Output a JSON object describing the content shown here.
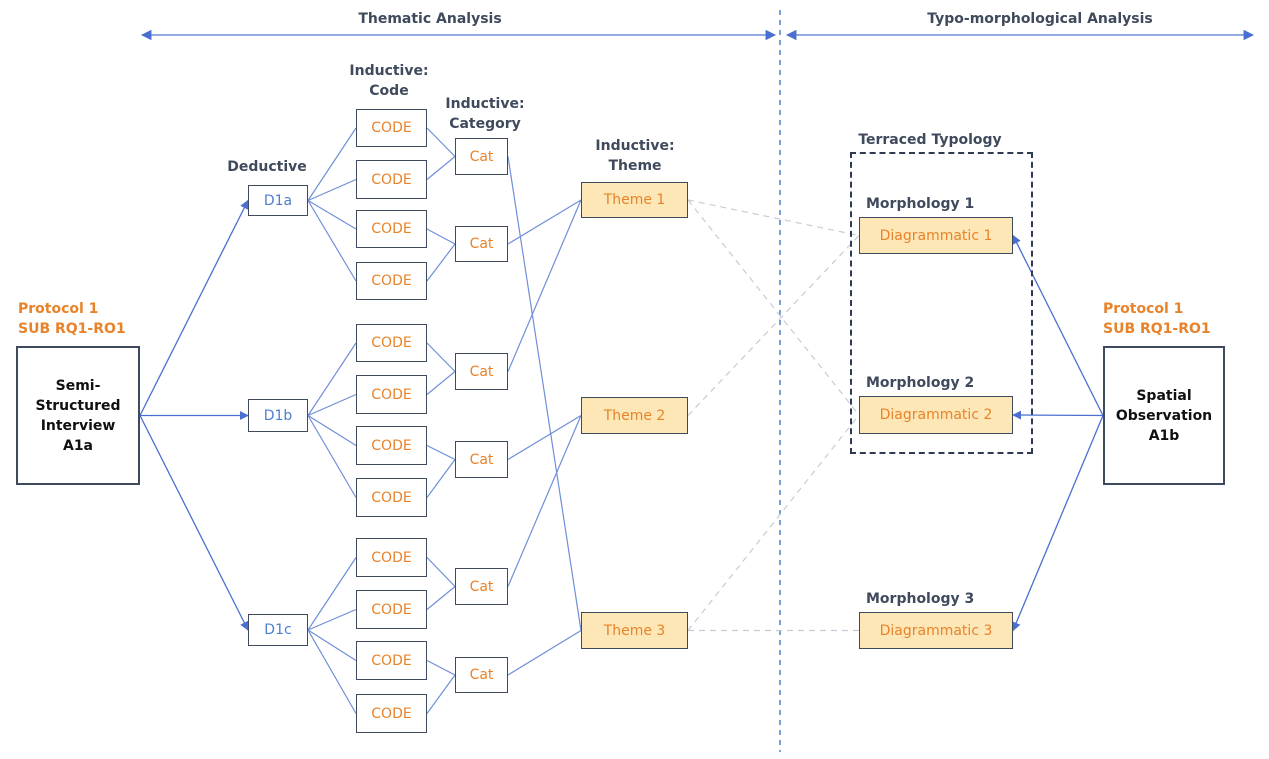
{
  "header": {
    "left_title": "Thematic Analysis",
    "right_title": "Typo-morphological Analysis"
  },
  "column_labels": {
    "deductive": "Deductive",
    "inductive_code_1": "Inductive:",
    "inductive_code_2": "Code",
    "inductive_category_1": "Inductive:",
    "inductive_category_2": "Category",
    "inductive_theme_1": "Inductive:",
    "inductive_theme_2": "Theme",
    "terraced_typology": "Terraced Typology"
  },
  "left_source": {
    "protocol_1": "Protocol 1",
    "protocol_2": "SUB RQ1-RO1",
    "lines": [
      "Semi-",
      "Structured",
      "Interview",
      "A1a"
    ]
  },
  "right_source": {
    "protocol_1": "Protocol 1",
    "protocol_2": "SUB RQ1-RO1",
    "lines": [
      "Spatial",
      "Observation",
      "A1b"
    ]
  },
  "deductive": [
    "D1a",
    "D1b",
    "D1c"
  ],
  "codes": [
    "CODE",
    "CODE",
    "CODE",
    "CODE",
    "CODE",
    "CODE",
    "CODE",
    "CODE",
    "CODE",
    "CODE",
    "CODE",
    "CODE"
  ],
  "categories": [
    "Cat",
    "Cat",
    "Cat",
    "Cat",
    "Cat",
    "Cat"
  ],
  "themes": [
    "Theme 1",
    "Theme 2",
    "Theme 3"
  ],
  "morphologies": [
    {
      "title": "Morphology 1",
      "box": "Diagrammatic 1"
    },
    {
      "title": "Morphology 2",
      "box": "Diagrammatic 2"
    },
    {
      "title": "Morphology 3",
      "box": "Diagrammatic 3"
    }
  ],
  "colors": {
    "connector": "#6f8fd8",
    "arrow": "#4a6fd0",
    "dashed_link": "#c7ccd4",
    "accent_orange": "#e8832a",
    "theme_fill": "#fde7b7",
    "border": "#3f4a5c"
  }
}
